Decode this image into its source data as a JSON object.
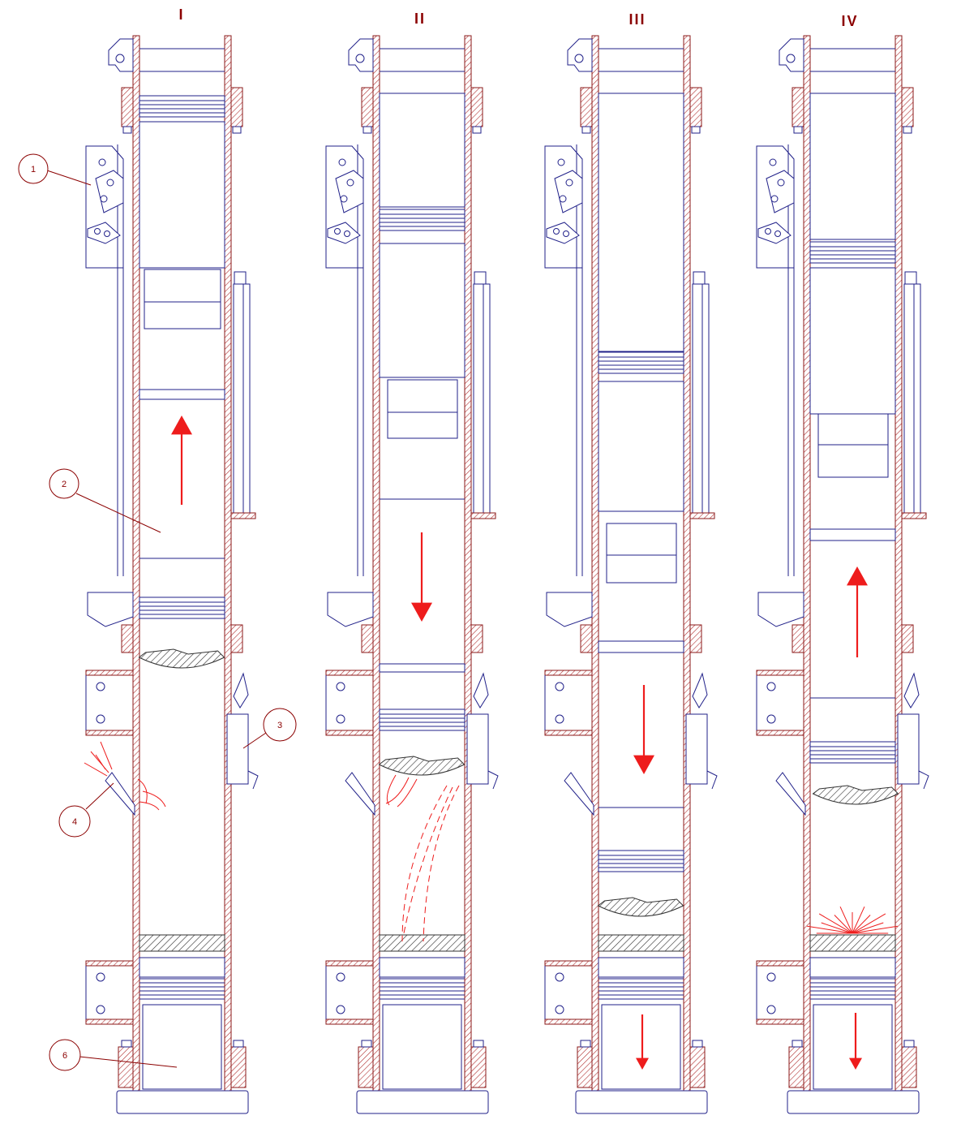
{
  "stages": [
    {
      "label": "I"
    },
    {
      "label": "II"
    },
    {
      "label": "III"
    },
    {
      "label": "IV"
    }
  ],
  "callouts": [
    {
      "number": "1"
    },
    {
      "number": "2"
    },
    {
      "number": "3"
    },
    {
      "number": "4"
    },
    {
      "number": "6"
    }
  ],
  "colors": {
    "outline": "#22228a",
    "wall_hatch": "#8b1a1a",
    "flow_arrow": "#ee1c1c",
    "callout": "#8b0000"
  }
}
